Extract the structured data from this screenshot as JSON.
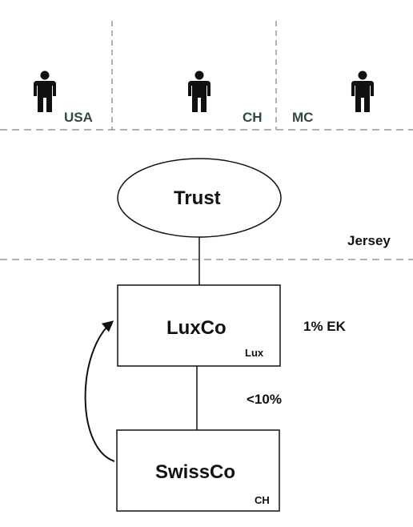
{
  "persons": [
    {
      "name": "person-1",
      "country": "USA"
    },
    {
      "name": "person-2",
      "country": "CH"
    },
    {
      "name": "person-3",
      "country": "MC"
    }
  ],
  "trust": {
    "label": "Trust",
    "jurisdiction": "Jersey"
  },
  "luxco": {
    "label": "LuxCo",
    "tag": "Lux",
    "note": "1% EK"
  },
  "swissco": {
    "label": "SwissCo",
    "tag": "CH"
  },
  "link_luxco_swissco": {
    "label": "<10%"
  },
  "colors": {
    "line": "#111111",
    "dashed": "#999999",
    "country_text": "#2f4a40"
  },
  "icons": {
    "person": "person-icon",
    "arrow": "curved-arrow-icon"
  }
}
